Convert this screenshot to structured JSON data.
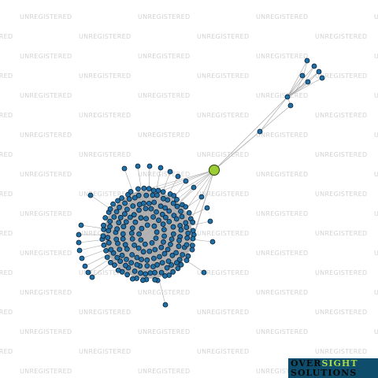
{
  "watermark": {
    "text": "UNREGISTERED",
    "color": "#d3d3d3"
  },
  "graph": {
    "background": "#ffffff",
    "edge_color": "#aaaaaa",
    "node_color": "#1f6fa5",
    "node_stroke": "#0a1e33",
    "hub_node_color": "#9acd32",
    "cluster_fill": "#a6a6a6"
  },
  "logo": {
    "line1_a": "OVER",
    "line1_b": "SIGHT",
    "line2": "SOLUTIONS",
    "bg_color": "#0e4d6b",
    "text_color": "#0a0a0a",
    "highlight_color": "#a8d848"
  }
}
